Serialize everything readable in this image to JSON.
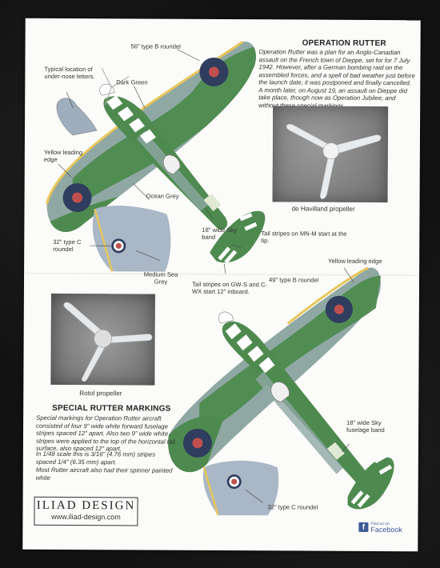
{
  "article": {
    "title": "OPERATION RUTTER",
    "paragraph1": "Operation Rutter was a plan for an Anglo-Canadian assault on the French town of Dieppe, set for for 7 July 1942. However, after a German bombing raid on the assembled forces, and a spell of bad weather just before the launch date, it was postponed and finally cancelled. A month later, on August 19, an assault on Dieppe did take place, though now as Operation Jubilee, and without these special markings."
  },
  "callouts_top": {
    "roundel_56": "56\" type B roundel",
    "under_nose": "Typical location of under-nose letters.",
    "dark_green": "Dark Green",
    "yellow_edge": "Yellow leading edge",
    "ocean_grey": "Ocean Grey",
    "sky_band": "18\" wide Sky band",
    "roundel_32": "32\" type C roundel",
    "medium_sea_grey": "Medium Sea Grey",
    "tail_mn": "Tail stripes on MN-M start at the tip.",
    "tail_gw": "Tail stripes on GW-S and C-WX start 12\" inboard."
  },
  "photos": {
    "dh_caption": "de Havilland propeller",
    "rotol_caption": "Rotol propeller"
  },
  "callouts_bottom": {
    "yellow_edge": "Yellow leading edge",
    "roundel_49": "49\" type B roundel",
    "sky_band": "18\" wide Sky fuselage band",
    "roundel_32": "32\" type C roundel"
  },
  "markings": {
    "title": "SPECIAL RUTTER MARKINGS",
    "paragraph1": "Special markings for Operation Rutter aircraft consisted of four 9\" wide white forward fuselage stripes spaced 12\" apart. Also two 9\" wide white stripes were applied to the top of the horizontal tail surface, also spaced 12\" apart.",
    "paragraph2": "In 1/48 scale this is 3/16\" (4.76 mm) stripes spaced 1/4\" (6.35 mm) apart.",
    "paragraph3": "Most Rutter aircraft also had their spinner painted white"
  },
  "brand": {
    "name": "ILIAD DESIGN",
    "url": "www.iliad-design.com",
    "fb_small": "Find us on",
    "fb_big": "Facebook",
    "fb_letter": "f"
  },
  "colors": {
    "dark_green": "#4e8a4f",
    "ocean_grey": "#8fa8a4",
    "medium_sea_grey": "#a9b7c6",
    "roundel_blue": "#2f3d5e",
    "roundel_red": "#c0504d",
    "yellow": "#e7c65a"
  }
}
